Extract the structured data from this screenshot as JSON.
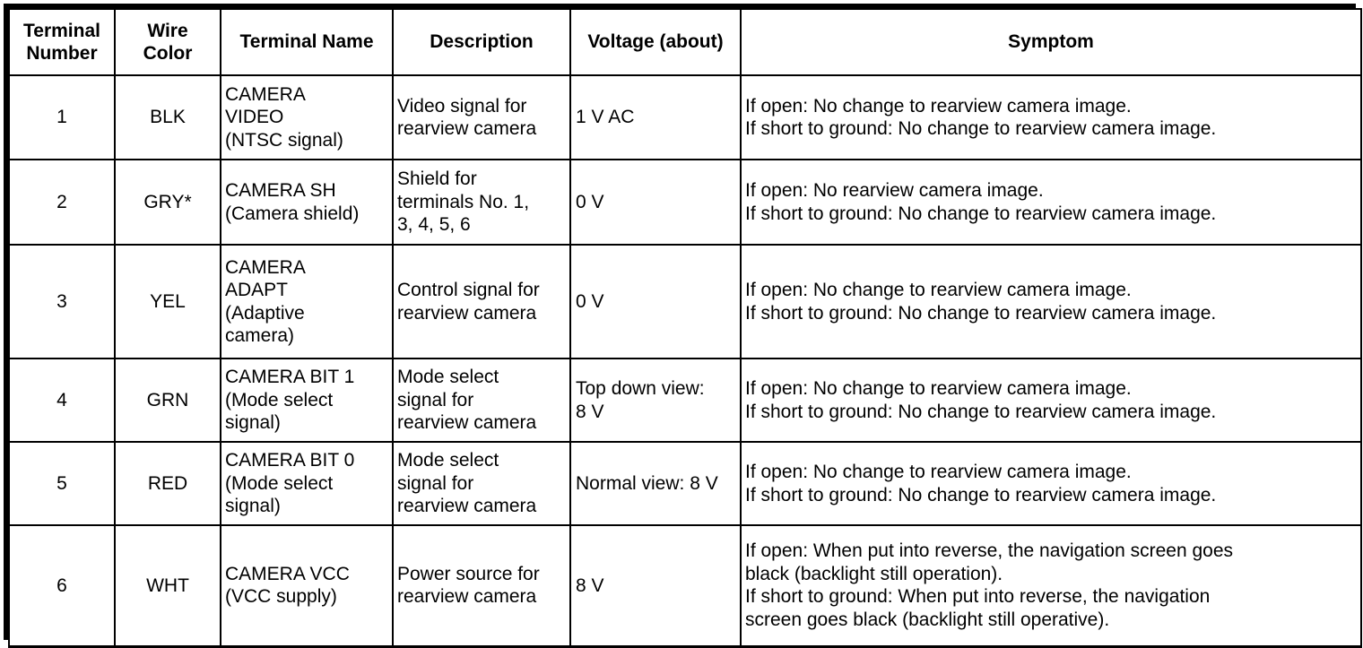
{
  "table": {
    "columns": [
      {
        "key": "terminal_number",
        "label": "Terminal\nNumber"
      },
      {
        "key": "wire_color",
        "label": "Wire\nColor"
      },
      {
        "key": "terminal_name",
        "label": "Terminal Name"
      },
      {
        "key": "description",
        "label": "Description"
      },
      {
        "key": "voltage",
        "label": "Voltage (about)"
      },
      {
        "key": "symptom",
        "label": "Symptom"
      }
    ],
    "rows": [
      {
        "terminal_number": "1",
        "wire_color": "BLK",
        "terminal_name": "CAMERA\nVIDEO\n(NTSC signal)",
        "description": "Video signal for\nrearview camera",
        "voltage": "1 V AC",
        "symptom": "If open: No change to rearview camera image.\nIf short to ground: No change to rearview camera image."
      },
      {
        "terminal_number": "2",
        "wire_color": "GRY*",
        "terminal_name": "CAMERA SH\n(Camera shield)",
        "description": "Shield for\nterminals No. 1,\n3, 4, 5, 6",
        "voltage": "0 V",
        "symptom": "If open: No rearview camera image.\nIf short to ground: No change to rearview camera image."
      },
      {
        "terminal_number": "3",
        "wire_color": "YEL",
        "terminal_name": "CAMERA\nADAPT\n(Adaptive\ncamera)",
        "description": "Control signal for\nrearview camera",
        "voltage": "0 V",
        "symptom": "If open: No change to rearview camera image.\nIf short to ground: No change to rearview camera image."
      },
      {
        "terminal_number": "4",
        "wire_color": "GRN",
        "terminal_name": "CAMERA BIT 1\n(Mode select\nsignal)",
        "description": "Mode select\nsignal for\nrearview camera",
        "voltage": "Top down view:\n8 V",
        "symptom": "If open: No change to rearview camera image.\nIf short to ground: No change to rearview camera image."
      },
      {
        "terminal_number": "5",
        "wire_color": "RED",
        "terminal_name": "CAMERA BIT 0\n(Mode select\nsignal)",
        "description": "Mode select\nsignal for\nrearview camera",
        "voltage": "Normal view: 8 V",
        "symptom": "If open: No change to rearview camera image.\nIf short to ground: No change to rearview camera image."
      },
      {
        "terminal_number": "6",
        "wire_color": "WHT",
        "terminal_name": "CAMERA VCC\n(VCC supply)",
        "description": "Power source for\nrearview camera",
        "voltage": "8 V",
        "symptom": "If open: When put into reverse, the navigation screen goes\nblack (backlight still operation).\nIf short to ground: When put into reverse, the navigation\nscreen goes black (backlight still operative)."
      }
    ]
  }
}
